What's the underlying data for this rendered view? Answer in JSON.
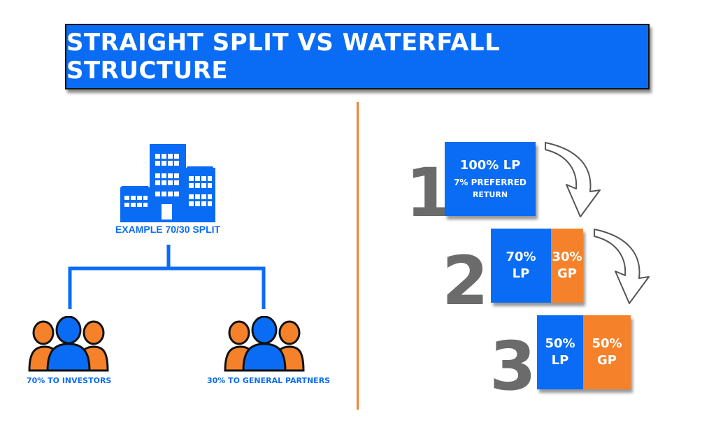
{
  "title": "STRAIGHT SPLIT VS WATERFALL STRUCTURE",
  "straight_split": {
    "caption": "EXAMPLE 70/30 SPLIT",
    "left_group_label": "70% TO INVESTORS",
    "right_group_label": "30% TO GENERAL PARTNERS"
  },
  "waterfall": {
    "steps": [
      {
        "number": "1",
        "lp_label": "100% LP",
        "detail_line1": "7% PREFERRED",
        "detail_line2": "RETURN"
      },
      {
        "number": "2",
        "lp_pct": "70%",
        "lp_label": "LP",
        "gp_pct": "30%",
        "gp_label": "GP"
      },
      {
        "number": "3",
        "lp_pct": "50%",
        "lp_label": "LP",
        "gp_pct": "50%",
        "gp_label": "GP"
      }
    ]
  },
  "colors": {
    "blue": "#0a6cf5",
    "orange": "#f5822a",
    "gray": "#6b6b6b"
  },
  "icons": [
    "building-icon",
    "people-group-icon",
    "curved-arrow-icon"
  ]
}
